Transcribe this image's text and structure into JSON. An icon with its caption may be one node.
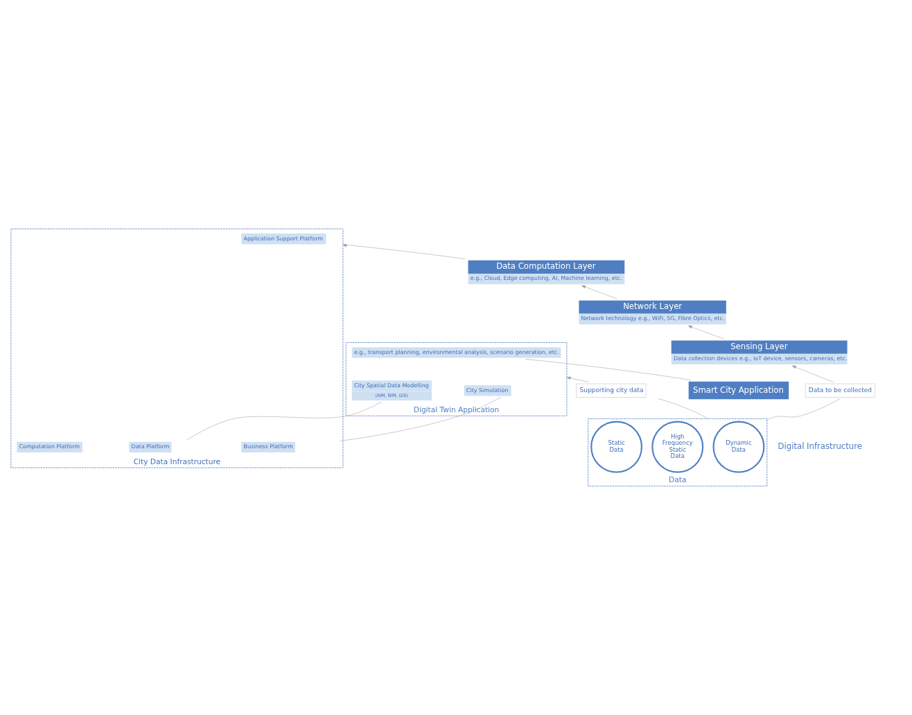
{
  "diagram": {
    "nodes": [
      {
        "text": [
          "Digital Twin Application"
        ]
      },
      {
        "text": [
          "e.g., transport planning, environmental analysis, scenario generation, etc."
        ],
        "in": 0
      },
      {
        "text": [
          "City Simulation"
        ],
        "in": 0
      },
      {
        "text": [
          "City Spatial Data Modelling",
          "(AIM, BIM, GIS)"
        ],
        "in": 0
      },
      {
        "text": [
          "Data"
        ]
      },
      {
        "text": [
          "Dynamic Data"
        ],
        "in": 4
      },
      {
        "text": [
          "High Frequency Static Data"
        ],
        "in": 4
      },
      {
        "text": [
          "Static Data"
        ],
        "in": 4
      },
      {
        "text": [
          "Smart City Application"
        ]
      },
      {
        "text": [
          "City Data Infrastructure"
        ]
      },
      {
        "text": [
          "Application Support Platform"
        ],
        "in": 9
      },
      {
        "text": [
          "Business Platform"
        ],
        "in": 9
      },
      {
        "text": [
          "Data Platform"
        ],
        "in": 9
      },
      {
        "text": [
          "Computation Platform"
        ],
        "in": 9
      },
      {
        "text": [
          "Data Computation Layer",
          "e.g., Cloud, Edge computing, AI, Machine learning, etc."
        ]
      },
      {
        "text": [
          "Network Layer",
          "Network technology e.g., WiFi, 5G, Fibre Optics, etc."
        ]
      },
      {
        "text": [
          "Sensing Layer",
          "Data collection devices e.g., IoT device, sensors, cameras, etc."
        ]
      },
      {
        "text": [
          "Supporting city data"
        ]
      },
      {
        "text": [
          "Data to be collected"
        ]
      }
    ],
    "edges": [
      {
        "from": 8,
        "to": 1,
        "arrow": "none"
      },
      {
        "from": 11,
        "to": 2,
        "arrow": "none"
      },
      {
        "from": 12,
        "to": 3,
        "arrow": "none"
      },
      {
        "from": 14,
        "to": 9,
        "arrow": "to"
      },
      {
        "from": 15,
        "to": 14,
        "arrow": "to"
      },
      {
        "from": 16,
        "to": 15,
        "arrow": "to"
      },
      {
        "from": 4,
        "to": 17,
        "arrow": "none"
      },
      {
        "from": 17,
        "to": 0,
        "arrow": "to"
      },
      {
        "from": 4,
        "to": 18,
        "arrow": "none"
      },
      {
        "from": 18,
        "to": 16,
        "arrow": "to"
      }
    ],
    "labels": [
      "Digital Infrastructure"
    ]
  }
}
